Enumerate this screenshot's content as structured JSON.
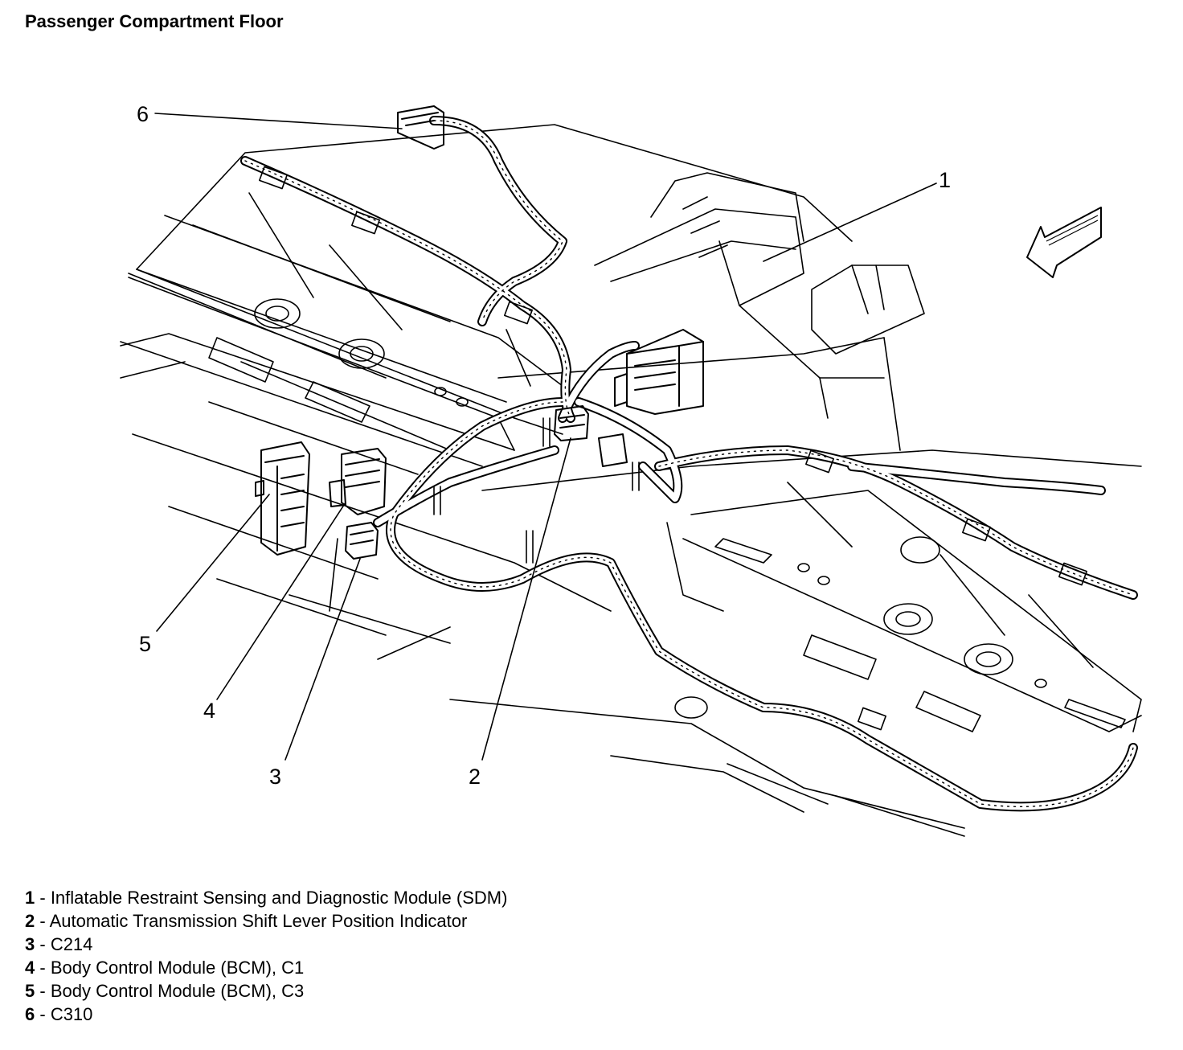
{
  "title": "Passenger Compartment Floor",
  "callouts": [
    "1",
    "2",
    "3",
    "4",
    "5",
    "6"
  ],
  "legend": [
    {
      "num": "1",
      "sep": " - ",
      "text": "Inflatable Restraint Sensing and Diagnostic Module (SDM)"
    },
    {
      "num": "2",
      "sep": " - ",
      "text": "Automatic Transmission Shift Lever Position Indicator"
    },
    {
      "num": "3",
      "sep": " - ",
      "text": "C214"
    },
    {
      "num": "4",
      "sep": " - ",
      "text": "Body Control Module (BCM), C1"
    },
    {
      "num": "5",
      "sep": " - ",
      "text": "Body Control Module (BCM), C3"
    },
    {
      "num": "6",
      "sep": " - ",
      "text": "C310"
    }
  ]
}
